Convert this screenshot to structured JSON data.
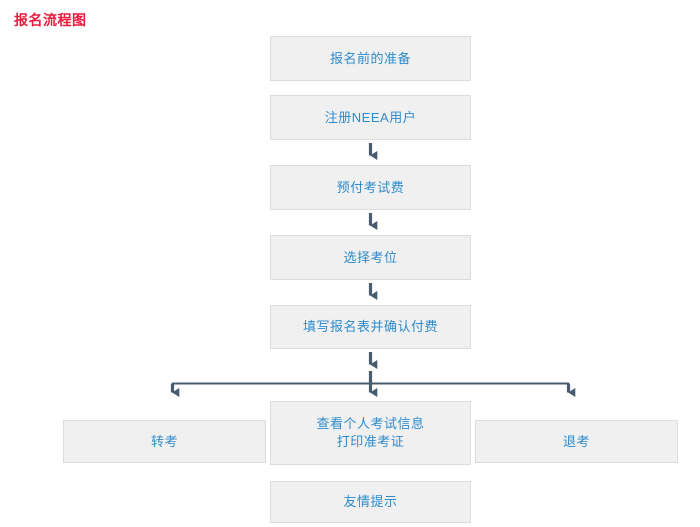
{
  "title": "报名流程图",
  "colors": {
    "title": "#ea1b3d",
    "node_text": "#2e8bcb",
    "node_fill": "#f0f0f0",
    "node_border": "#dcdcdc",
    "connector": "#475c70",
    "page_background": "#ffffff"
  },
  "diagram": {
    "type": "flowchart",
    "orientation": "top-to-bottom",
    "nodes": [
      {
        "id": "n1",
        "label": "报名前的准备"
      },
      {
        "id": "n2",
        "label": "注册NEEA用户"
      },
      {
        "id": "n3",
        "label": "预付考试费"
      },
      {
        "id": "n4",
        "label": "选择考位"
      },
      {
        "id": "n5",
        "label": "填写报名表并确认付费"
      },
      {
        "id": "n-left",
        "label": "转考"
      },
      {
        "id": "n-mid",
        "label": "查看个人考试信息\n打印准考证"
      },
      {
        "id": "n-right",
        "label": "退考"
      },
      {
        "id": "n-last",
        "label": "友情提示"
      }
    ],
    "connectors": [
      {
        "from": "n2",
        "to": "n3",
        "kind": "arrow-down"
      },
      {
        "from": "n3",
        "to": "n4",
        "kind": "arrow-down"
      },
      {
        "from": "n4",
        "to": "n5",
        "kind": "arrow-down"
      },
      {
        "from": "n5",
        "to": "split-bar",
        "kind": "arrow-down"
      },
      {
        "from": "split-bar",
        "to": "n-left",
        "kind": "arrow-down"
      },
      {
        "from": "split-bar",
        "to": "n-mid",
        "kind": "arrow-down"
      },
      {
        "from": "split-bar",
        "to": "n-right",
        "kind": "arrow-down"
      }
    ]
  }
}
